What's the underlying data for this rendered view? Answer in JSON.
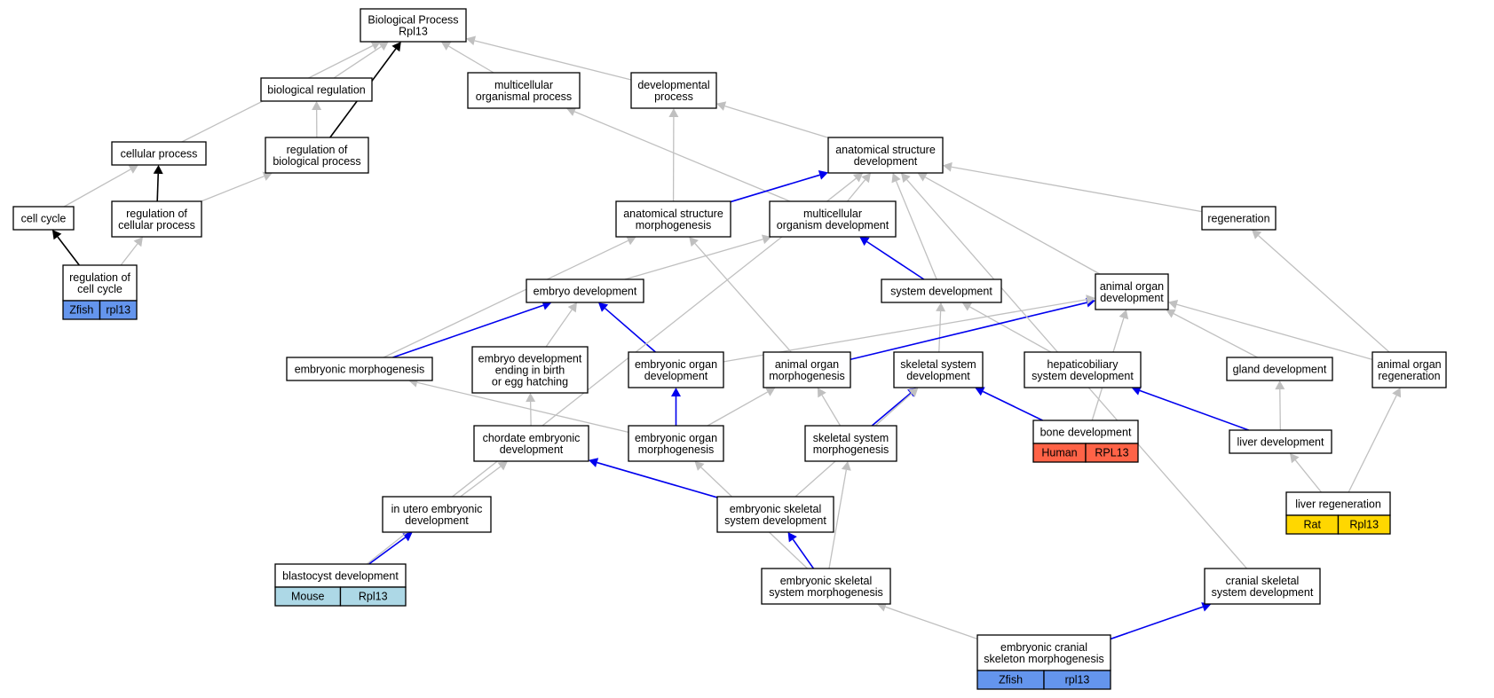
{
  "colors": {
    "zfish": "#6495ed",
    "human": "#ff6347",
    "mouse": "#add8e6",
    "rat": "#ffd700",
    "edge_gray": "#c0c0c0",
    "edge_blue": "#0000ee",
    "edge_black": "#000000"
  },
  "nodes": {
    "bp": {
      "lines": [
        "Biological Process",
        "Rpl13"
      ]
    },
    "breg": {
      "lines": [
        "biological regulation"
      ]
    },
    "mop": {
      "lines": [
        "multicellular",
        "organismal process"
      ]
    },
    "dp": {
      "lines": [
        "developmental",
        "process"
      ]
    },
    "cp": {
      "lines": [
        "cellular process"
      ]
    },
    "rbp": {
      "lines": [
        "regulation of",
        "biological process"
      ]
    },
    "asd": {
      "lines": [
        "anatomical structure",
        "development"
      ]
    },
    "cc": {
      "lines": [
        "cell cycle"
      ]
    },
    "rcp": {
      "lines": [
        "regulation of",
        "cellular process"
      ]
    },
    "asm": {
      "lines": [
        "anatomical structure",
        "morphogenesis"
      ]
    },
    "mod": {
      "lines": [
        "multicellular",
        "organism development"
      ]
    },
    "regen": {
      "lines": [
        "regeneration"
      ]
    },
    "rcc": {
      "lines": [
        "regulation of",
        "cell cycle"
      ],
      "species": "Zfish",
      "gene": "rpl13"
    },
    "ed": {
      "lines": [
        "embryo development"
      ]
    },
    "sd": {
      "lines": [
        "system development"
      ]
    },
    "aod": {
      "lines": [
        "animal organ",
        "development"
      ]
    },
    "em": {
      "lines": [
        "embryonic morphogenesis"
      ]
    },
    "edeb": {
      "lines": [
        "embryo development",
        "ending in birth",
        "or egg hatching"
      ]
    },
    "eod": {
      "lines": [
        "embryonic organ",
        "development"
      ]
    },
    "aom": {
      "lines": [
        "animal organ",
        "morphogenesis"
      ]
    },
    "ssd": {
      "lines": [
        "skeletal system",
        "development"
      ]
    },
    "hsd": {
      "lines": [
        "hepaticobiliary",
        "system development"
      ]
    },
    "gd": {
      "lines": [
        "gland development"
      ]
    },
    "aor": {
      "lines": [
        "animal organ",
        "regeneration"
      ]
    },
    "ced": {
      "lines": [
        "chordate embryonic",
        "development"
      ]
    },
    "eom": {
      "lines": [
        "embryonic organ",
        "morphogenesis"
      ]
    },
    "ssm": {
      "lines": [
        "skeletal system",
        "morphogenesis"
      ]
    },
    "bd": {
      "lines": [
        "bone development"
      ],
      "species": "Human",
      "gene": "RPL13"
    },
    "ld": {
      "lines": [
        "liver development"
      ]
    },
    "iued": {
      "lines": [
        "in utero embryonic",
        "development"
      ]
    },
    "essd": {
      "lines": [
        "embryonic skeletal",
        "system development"
      ]
    },
    "lr": {
      "lines": [
        "liver regeneration"
      ],
      "species": "Rat",
      "gene": "Rpl13"
    },
    "blast": {
      "lines": [
        "blastocyst development"
      ],
      "species": "Mouse",
      "gene": "Rpl13"
    },
    "essm": {
      "lines": [
        "embryonic skeletal",
        "system morphogenesis"
      ]
    },
    "cssd": {
      "lines": [
        "cranial skeletal",
        "system development"
      ]
    },
    "ecsm": {
      "lines": [
        "embryonic cranial",
        "skeleton morphogenesis"
      ],
      "species": "Zfish",
      "gene": "rpl13"
    }
  },
  "edges": [
    {
      "from": "breg",
      "to": "bp",
      "color": "gray"
    },
    {
      "from": "mop",
      "to": "bp",
      "color": "gray"
    },
    {
      "from": "dp",
      "to": "bp",
      "color": "gray"
    },
    {
      "from": "cp",
      "to": "bp",
      "color": "gray"
    },
    {
      "from": "rbp",
      "to": "bp",
      "color": "black"
    },
    {
      "from": "rbp",
      "to": "breg",
      "color": "gray"
    },
    {
      "from": "rcp",
      "to": "cp",
      "color": "black"
    },
    {
      "from": "cc",
      "to": "cp",
      "color": "gray"
    },
    {
      "from": "rcp",
      "to": "rbp",
      "color": "gray"
    },
    {
      "from": "rcc",
      "to": "cc",
      "color": "black"
    },
    {
      "from": "rcc",
      "to": "rcp",
      "color": "gray"
    },
    {
      "from": "asd",
      "to": "dp",
      "color": "gray"
    },
    {
      "from": "asm",
      "to": "dp",
      "color": "gray"
    },
    {
      "from": "mod",
      "to": "mop",
      "color": "gray"
    },
    {
      "from": "asm",
      "to": "asd",
      "color": "blue"
    },
    {
      "from": "mod",
      "to": "asd",
      "color": "gray"
    },
    {
      "from": "regen",
      "to": "asd",
      "color": "gray"
    },
    {
      "from": "sd",
      "to": "asd",
      "color": "gray"
    },
    {
      "from": "aod",
      "to": "asd",
      "color": "gray"
    },
    {
      "from": "sd",
      "to": "mod",
      "color": "blue"
    },
    {
      "from": "ed",
      "to": "mod",
      "color": "gray"
    },
    {
      "from": "em",
      "to": "asm",
      "color": "gray"
    },
    {
      "from": "aom",
      "to": "asm",
      "color": "gray"
    },
    {
      "from": "em",
      "to": "ed",
      "color": "blue"
    },
    {
      "from": "edeb",
      "to": "ed",
      "color": "gray"
    },
    {
      "from": "eod",
      "to": "ed",
      "color": "blue"
    },
    {
      "from": "ssd",
      "to": "sd",
      "color": "gray"
    },
    {
      "from": "hsd",
      "to": "sd",
      "color": "gray"
    },
    {
      "from": "aom",
      "to": "aod",
      "color": "blue"
    },
    {
      "from": "eod",
      "to": "aod",
      "color": "gray"
    },
    {
      "from": "gd",
      "to": "aod",
      "color": "gray"
    },
    {
      "from": "aor",
      "to": "aod",
      "color": "gray"
    },
    {
      "from": "bd",
      "to": "aod",
      "color": "gray"
    },
    {
      "from": "aor",
      "to": "regen",
      "color": "gray"
    },
    {
      "from": "eom",
      "to": "eod",
      "color": "blue"
    },
    {
      "from": "eom",
      "to": "aom",
      "color": "gray"
    },
    {
      "from": "eom",
      "to": "em",
      "color": "gray"
    },
    {
      "from": "ssm",
      "to": "aom",
      "color": "gray"
    },
    {
      "from": "ssm",
      "to": "ssd",
      "color": "blue"
    },
    {
      "from": "bd",
      "to": "ssd",
      "color": "blue"
    },
    {
      "from": "ld",
      "to": "hsd",
      "color": "blue"
    },
    {
      "from": "ld",
      "to": "gd",
      "color": "gray"
    },
    {
      "from": "ced",
      "to": "edeb",
      "color": "gray"
    },
    {
      "from": "iued",
      "to": "ced",
      "color": "gray"
    },
    {
      "from": "essd",
      "to": "ced",
      "color": "blue"
    },
    {
      "from": "essd",
      "to": "ssd",
      "color": "gray"
    },
    {
      "from": "essm",
      "to": "essd",
      "color": "blue"
    },
    {
      "from": "essm",
      "to": "eom",
      "color": "gray"
    },
    {
      "from": "essm",
      "to": "ssm",
      "color": "gray"
    },
    {
      "from": "lr",
      "to": "ld",
      "color": "gray"
    },
    {
      "from": "lr",
      "to": "aor",
      "color": "gray"
    },
    {
      "from": "blast",
      "to": "iued",
      "color": "blue"
    },
    {
      "from": "blast",
      "to": "asd",
      "color": "gray"
    },
    {
      "from": "ecsm",
      "to": "essm",
      "color": "gray"
    },
    {
      "from": "ecsm",
      "to": "cssd",
      "color": "blue"
    },
    {
      "from": "cssd",
      "to": "asd",
      "color": "gray"
    }
  ]
}
